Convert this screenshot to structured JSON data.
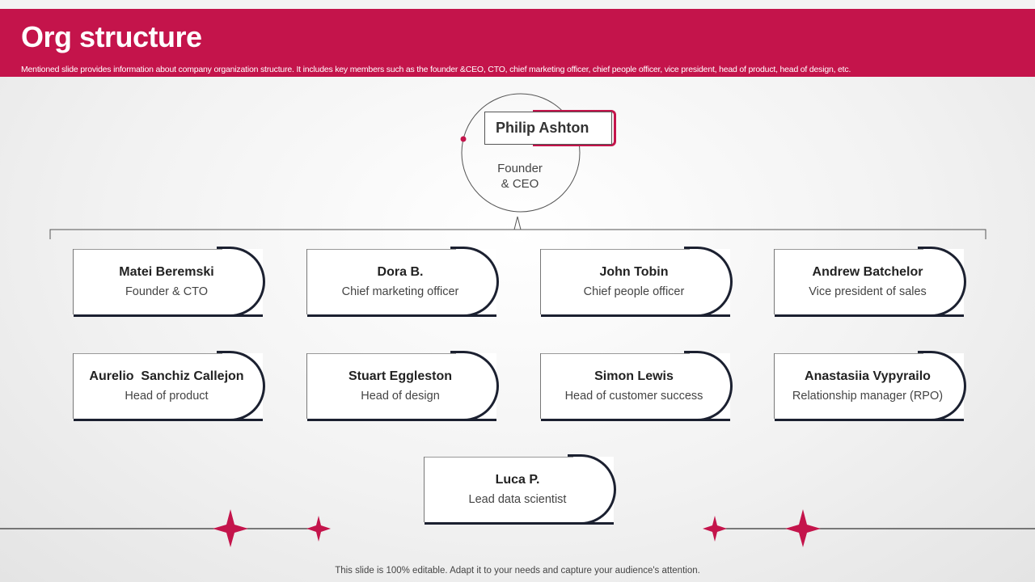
{
  "header": {
    "title": "Org structure",
    "subtitle": "Mentioned slide provides information about company organization structure. It includes key members such as the founder &CEO, CTO,  chief marketing officer, chief people officer, vice president, head of product, head of design, etc."
  },
  "ceo": {
    "name": "Philip Ashton",
    "role": "Founder\n& CEO"
  },
  "members": [
    {
      "name": "Matei Beremski",
      "role": "Founder & CTO"
    },
    {
      "name": "Dora B.",
      "role": "Chief marketing officer"
    },
    {
      "name": "John Tobin",
      "role": "Chief people officer"
    },
    {
      "name": "Andrew Batchelor",
      "role": "Vice president of sales"
    },
    {
      "name": "Aurelio  Sanchiz Callejon",
      "role": "Head of product"
    },
    {
      "name": "Stuart Eggleston",
      "role": "Head of design"
    },
    {
      "name": "Simon Lewis",
      "role": "Head of customer success"
    },
    {
      "name": "Anastasiia Vypyrailo",
      "role": "Relationship manager (RPO)"
    },
    {
      "name": "Luca P.",
      "role": "Lead data scientist"
    }
  ],
  "footer": "This slide is 100% editable. Adapt it to your needs and capture your audience's attention.",
  "colors": {
    "accent": "#c4144b",
    "card_border": "#1b2030"
  },
  "icons": [
    "sparkle-star-icon"
  ]
}
